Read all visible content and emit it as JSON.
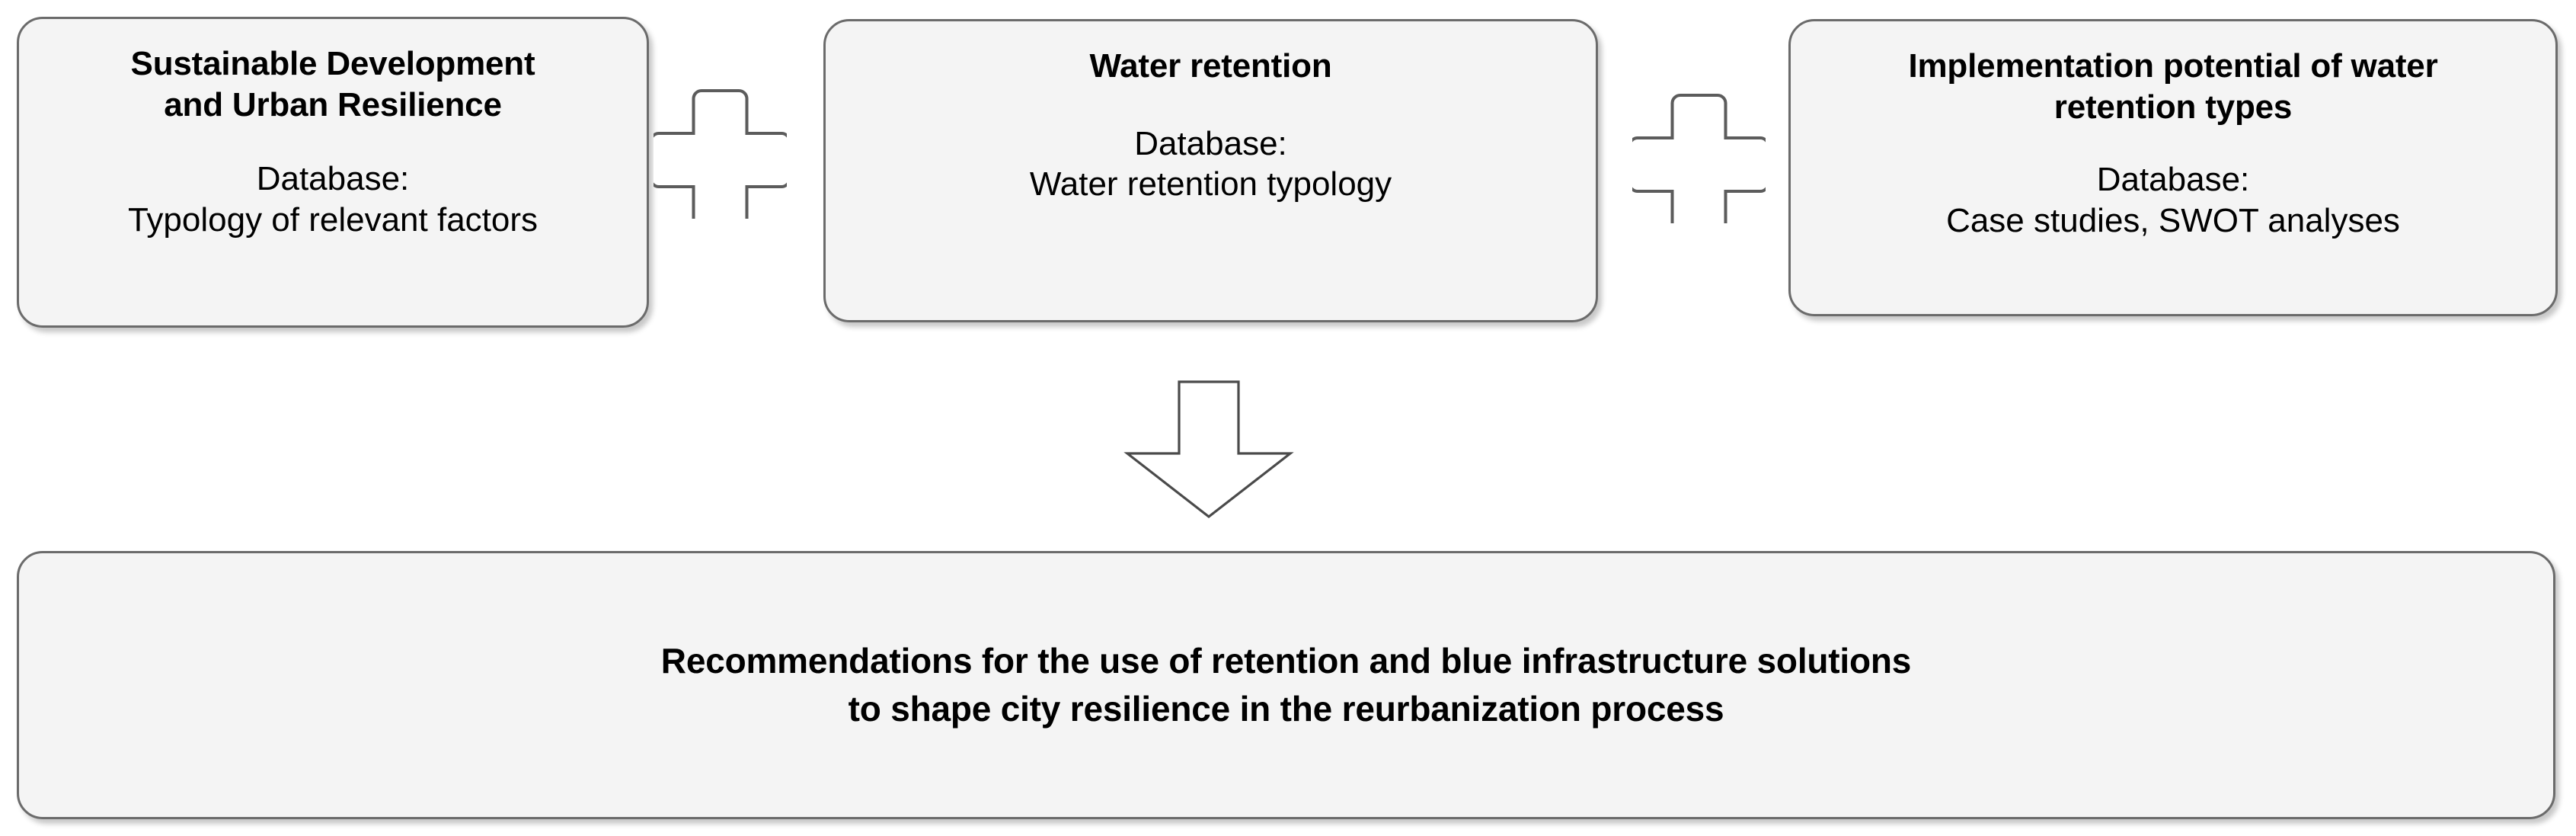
{
  "diagram": {
    "type": "flow-diagram",
    "background_color": "#ffffff",
    "box_fill_color": "#f4f4f4",
    "box_border_color": "#6b6b6b",
    "text_color": "#000000",
    "inputs": [
      {
        "id": "factors",
        "title": "Sustainable Development\nand Urban Resilience",
        "subtitle": "Database:\nTypology of relevant factors"
      },
      {
        "id": "retention",
        "title": "Water retention",
        "subtitle": "Database:\nWater retention typology"
      },
      {
        "id": "potential",
        "title": "Implementation potential of water\nretention types",
        "subtitle": "Database:\nCase studies, SWOT analyses"
      }
    ],
    "connectors": [
      {
        "id": "plus-1",
        "symbol": "plus-icon",
        "label": "+"
      },
      {
        "id": "plus-2",
        "symbol": "plus-icon",
        "label": "+"
      }
    ],
    "flow_arrow": {
      "id": "down-arrow",
      "symbol": "arrow-down-icon",
      "direction": "down"
    },
    "output": {
      "id": "recommendations",
      "title": "Recommendations for the use of retention and blue infrastructure solutions\nto shape city resilience in the reurbanization process"
    }
  }
}
